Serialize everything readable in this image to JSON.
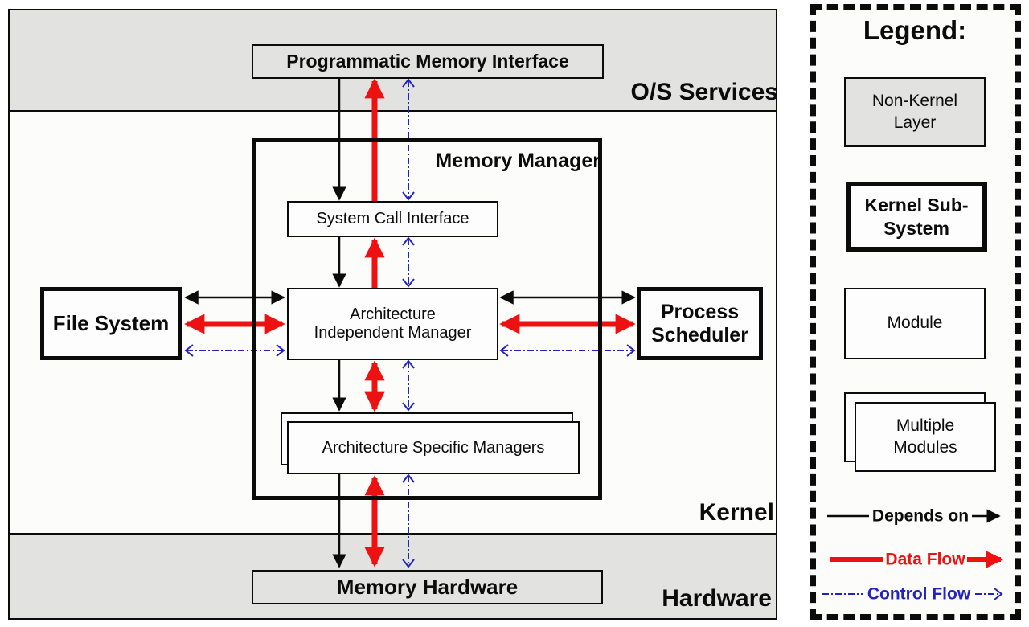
{
  "colors": {
    "ink": "#0b0b0b",
    "red": "#ee1111",
    "blue": "#2323bd",
    "band_gray": "#e2e2e0",
    "kernel_bg": "#fcfcfa",
    "box_white": "#fdfdfd"
  },
  "diagram": {
    "bands": {
      "os_services": {
        "label": "O/S Services"
      },
      "kernel": {
        "label": "Kernel"
      },
      "hardware": {
        "label": "Hardware"
      }
    },
    "nodes": {
      "pmi": {
        "label": "Programmatic Memory Interface"
      },
      "memory_manager": {
        "label": "Memory Manager"
      },
      "sci": {
        "label": "System Call Interface"
      },
      "aim": {
        "line1": "Architecture",
        "line2": "Independent Manager"
      },
      "asm": {
        "label": "Architecture Specific Managers"
      },
      "file_system": {
        "label": "File System"
      },
      "process_scheduler": {
        "line1": "Process",
        "line2": "Scheduler"
      },
      "memory_hardware": {
        "label": "Memory Hardware"
      }
    }
  },
  "legend": {
    "title": "Legend:",
    "items": {
      "non_kernel_layer": {
        "line1": "Non-Kernel",
        "line2": "Layer"
      },
      "kernel_subsystem": {
        "line1": "Kernel Sub-",
        "line2": "System"
      },
      "module": {
        "label": "Module"
      },
      "multiple_modules": {
        "line1": "Multiple",
        "line2": "Modules"
      },
      "depends_on": {
        "label": "Depends on"
      },
      "data_flow": {
        "label": "Data Flow"
      },
      "control_flow": {
        "label": "Control Flow"
      }
    }
  }
}
